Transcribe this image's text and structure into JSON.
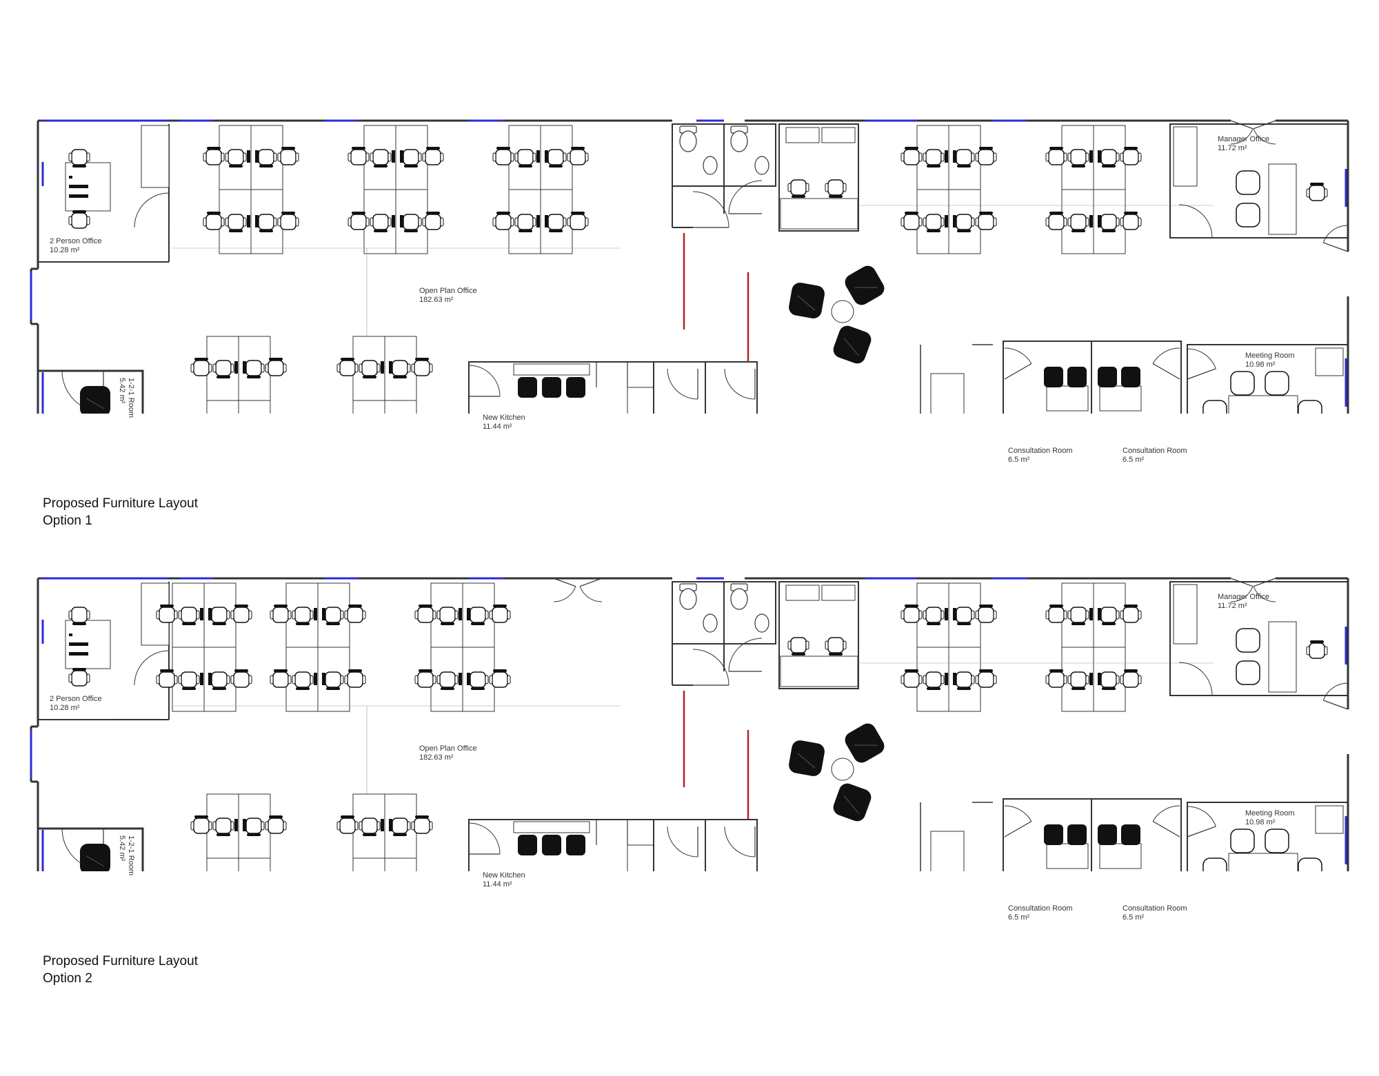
{
  "layouts": [
    {
      "title": "Proposed Furniture Layout",
      "option": "Option 1",
      "rooms": {
        "two_person": {
          "name": "2 Person Office",
          "area": "10.28 m²"
        },
        "open_plan": {
          "name": "Open Plan Office",
          "area": "182.63 m²"
        },
        "one_two_one": {
          "name": "1-2-1 Room",
          "area": "5.42 m²"
        },
        "kitchen": {
          "name": "New Kitchen",
          "area": "11.44 m²"
        },
        "manager": {
          "name": "Manager Office",
          "area": "11.72 m²"
        },
        "meeting": {
          "name": "Meeting Room",
          "area": "10.98 m²"
        },
        "consult_a": {
          "name": "Consultation Room",
          "area": "6.5 m²"
        },
        "consult_b": {
          "name": "Consultation Room",
          "area": "6.5 m²"
        }
      }
    },
    {
      "title": "Proposed Furniture Layout",
      "option": "Option 2",
      "rooms": {
        "two_person": {
          "name": "2 Person Office",
          "area": "10.28 m²"
        },
        "open_plan": {
          "name": "Open Plan Office",
          "area": "182.63 m²"
        },
        "one_two_one": {
          "name": "1-2-1 Room",
          "area": "5.42 m²"
        },
        "kitchen": {
          "name": "New Kitchen",
          "area": "11.44 m²"
        },
        "manager": {
          "name": "Manager Office",
          "area": "11.72 m²"
        },
        "meeting": {
          "name": "Meeting Room",
          "area": "10.98 m²"
        },
        "consult_a": {
          "name": "Consultation Room",
          "area": "6.5 m²"
        },
        "consult_b": {
          "name": "Consultation Room",
          "area": "6.5 m²"
        }
      }
    }
  ],
  "colors": {
    "wall": "#333333",
    "window": "#2b2bd6",
    "partition": "#b22222",
    "furniture": "#111111"
  }
}
